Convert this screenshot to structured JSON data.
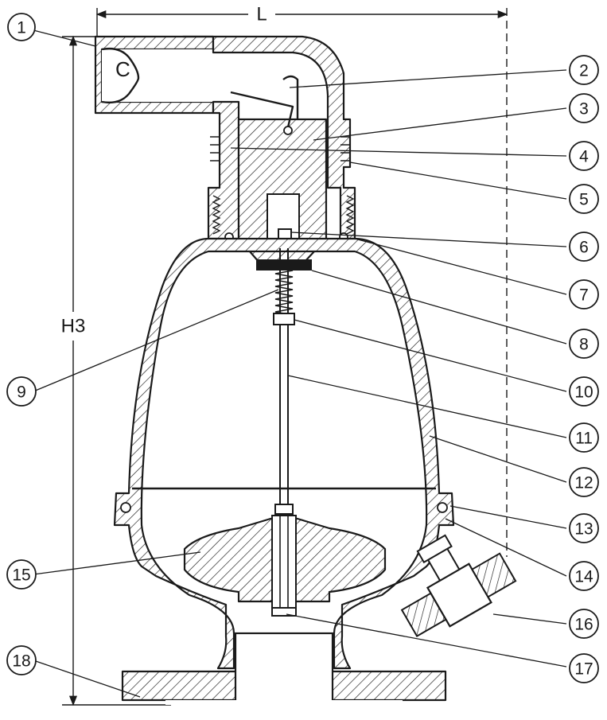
{
  "diagram": {
    "dimensions": {
      "length_label": "L",
      "height_label": "H3",
      "port_label": "C"
    },
    "callouts": [
      "1",
      "2",
      "3",
      "4",
      "5",
      "6",
      "7",
      "8",
      "9",
      "10",
      "11",
      "12",
      "13",
      "14",
      "15",
      "16",
      "17",
      "18"
    ],
    "colors": {
      "line": "#1a1a1a",
      "background": "#ffffff"
    }
  }
}
